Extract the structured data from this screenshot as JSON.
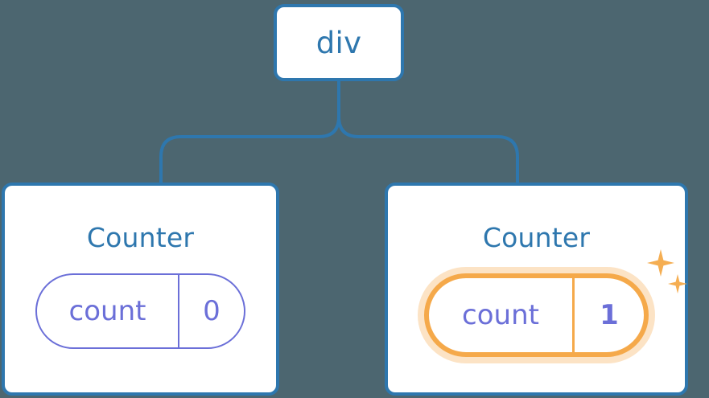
{
  "diagram": {
    "type": "component-tree",
    "background_color": "#4c6670",
    "node_border_color": "#2e77ae",
    "node_text_color": "#2e77ae",
    "state_color": "#6b6fd8",
    "highlight_color": "#f5a94a",
    "highlight_glow_color": "#fbd9a8",
    "sparkle_color": "#f5ae52"
  },
  "root": {
    "label": "div"
  },
  "children": [
    {
      "title": "Counter",
      "state": {
        "key": "count",
        "value": "0"
      },
      "highlighted": false
    },
    {
      "title": "Counter",
      "state": {
        "key": "count",
        "value": "1"
      },
      "highlighted": true,
      "sparkles": [
        "sparkle-large",
        "sparkle-small"
      ]
    }
  ]
}
